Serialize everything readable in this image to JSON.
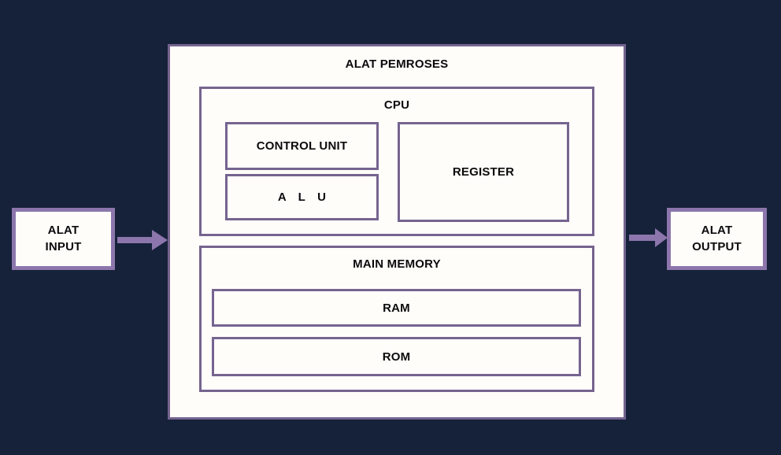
{
  "colors": {
    "background": "#16223A",
    "border": "#75648F",
    "accent": "#8C76AC",
    "fill": "#FFFDFA",
    "text": "#0B0B0D"
  },
  "processor": {
    "title": "ALAT PEMROSES",
    "cpu": {
      "title": "CPU",
      "control_unit_label": "CONTROL UNIT",
      "alu_label": "A L U",
      "register_label": "REGISTER"
    },
    "main_memory": {
      "title": "MAIN MEMORY",
      "ram_label": "RAM",
      "rom_label": "ROM"
    }
  },
  "io": {
    "input_label": "ALAT\nINPUT",
    "output_label": "ALAT\nOUTPUT"
  }
}
